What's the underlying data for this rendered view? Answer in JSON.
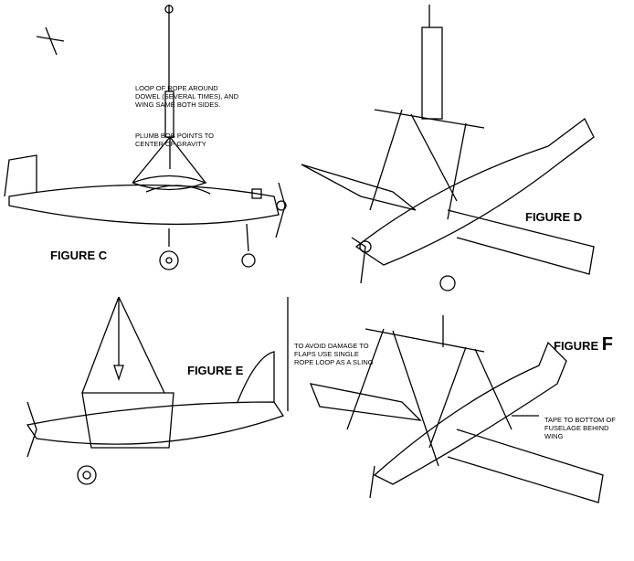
{
  "figures": {
    "c": {
      "label": "FIGURE C"
    },
    "d": {
      "label": "FIGURE D"
    },
    "e": {
      "label": "FIGURE E"
    },
    "f": {
      "label": "FIGURE",
      "letter": "F"
    }
  },
  "notes": {
    "loop": "LOOP OF ROPE AROUND\nDOWEL (SEVERAL TIMES), AND\nWING SAME BOTH SIDES.",
    "plumb": "PLUMB BOB POINTS TO\nCENTER OF GRAVITY",
    "flaps": "TO AVOID DAMAGE TO\nFLAPS USE SINGLE\nROPE LOOP AS A SLING",
    "tape": "TAPE TO BOTTOM OF\nFUSELAGE BEHIND\nWING"
  }
}
